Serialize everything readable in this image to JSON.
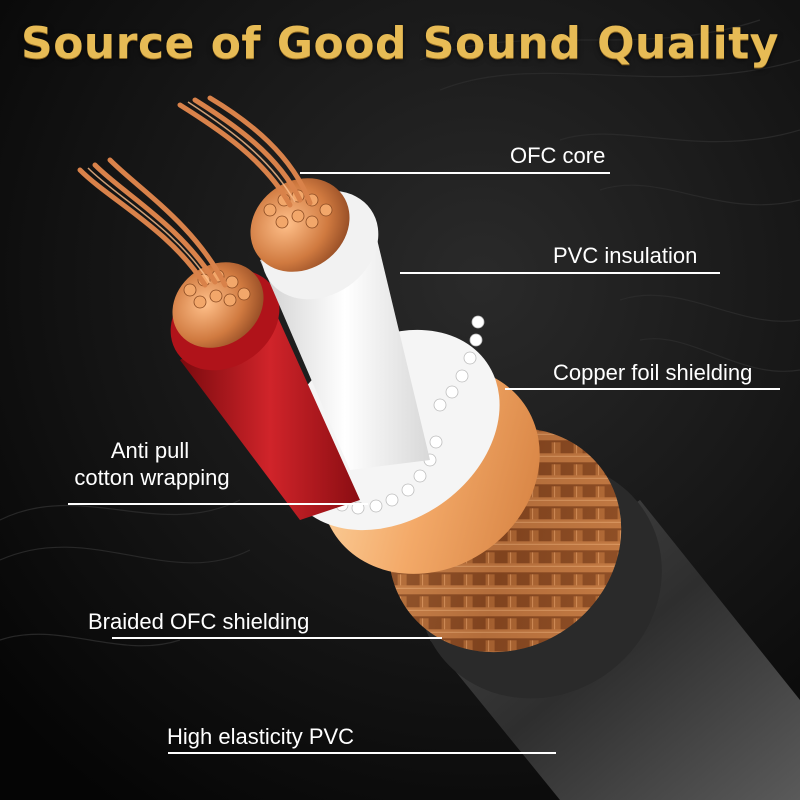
{
  "title": "Source of Good Sound Quality",
  "labels": {
    "ofc_core": "OFC core",
    "pvc_insulation": "PVC insulation",
    "copper_foil": "Copper foil shielding",
    "anti_pull_line1": "Anti pull",
    "anti_pull_line2": "cotton wrapping",
    "braided_ofc": "Braided OFC shielding",
    "high_elasticity_pvc": "High elasticity PVC"
  },
  "colors": {
    "title_gold": "#e7bb55",
    "background": "#0b0b0b",
    "copper": "#c8743e",
    "red_insulation": "#b0131a",
    "white_insulation": "#f2f2f2",
    "outer_jacket": "#3a3a3a",
    "leader_line": "#ffffff"
  }
}
